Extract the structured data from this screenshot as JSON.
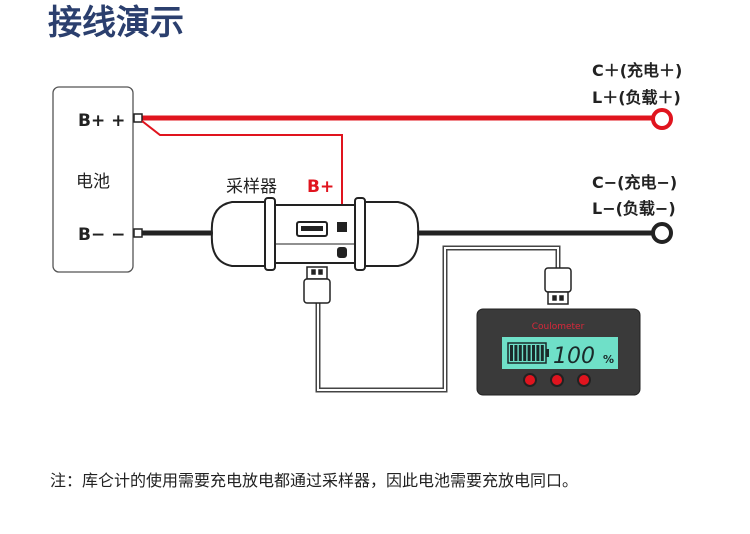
{
  "title": "接线演示",
  "battery": {
    "label": "电池",
    "pos": "B+ +",
    "neg": "B− −"
  },
  "sampler": {
    "label": "采样器",
    "bplus": "B+"
  },
  "terminals": {
    "c_plus": "C＋(充电＋)",
    "l_plus": "L＋(负载＋)",
    "c_minus": "C−(充电−)",
    "l_minus": "L−(负载−)"
  },
  "meter": {
    "brand": "Coulometer",
    "reading": "100",
    "unit": "%",
    "battery_level_percent": 100
  },
  "note": "注：库仑计的使用需要充电放电都通过采样器，因此电池需要充放电同口。",
  "colors": {
    "title": "#2b3f6e",
    "red": "#e0141e",
    "lcd": "#6fe0c8"
  }
}
